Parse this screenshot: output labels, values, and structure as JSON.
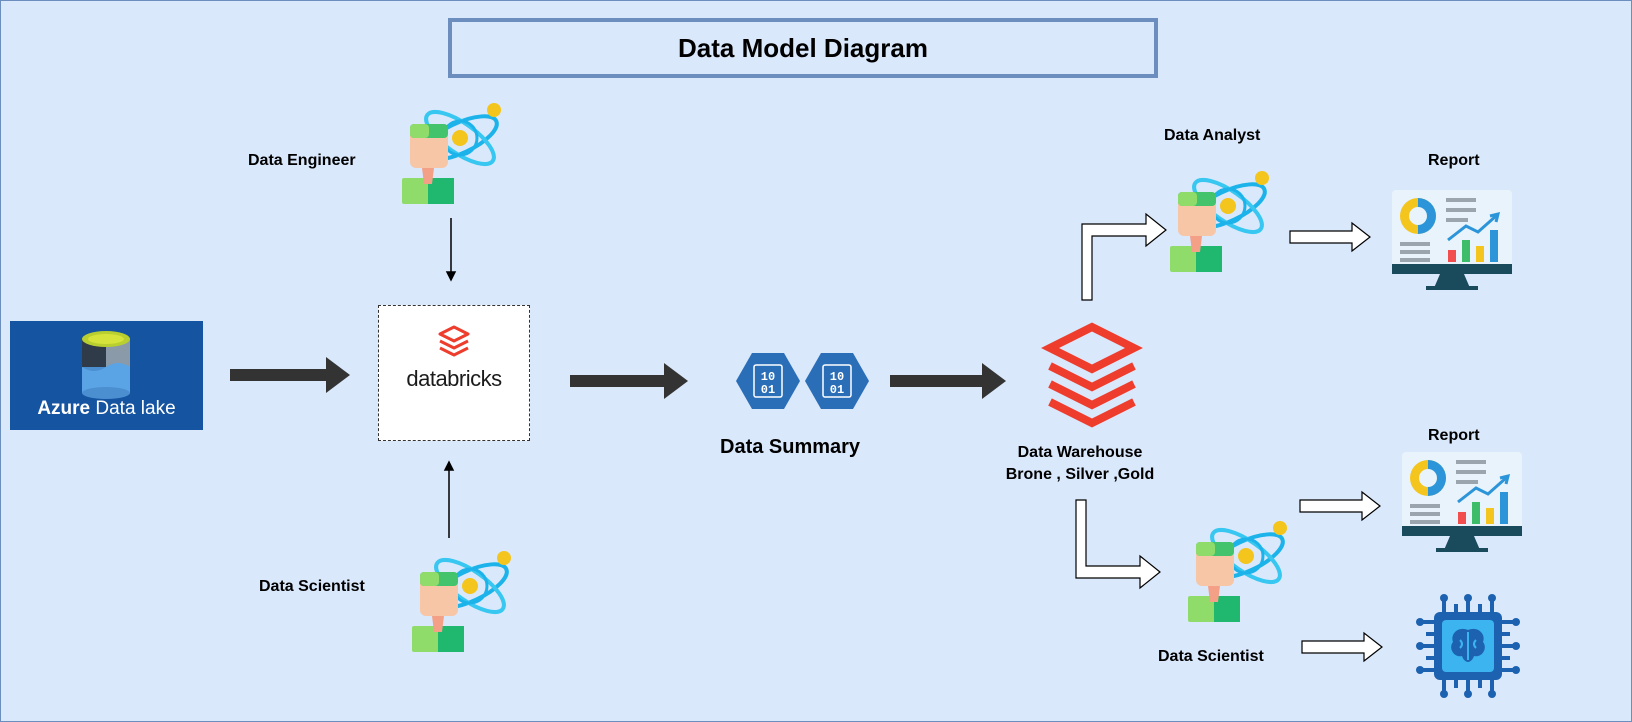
{
  "diagram": {
    "title": "Data Model Diagram",
    "nodes": {
      "azure": {
        "brand": "Azure",
        "name": "Data lake"
      },
      "databricks": {
        "label": "databricks"
      },
      "data_engineer": {
        "label": "Data Engineer"
      },
      "data_scientist_left": {
        "label": "Data Scientist"
      },
      "data_summary": {
        "label": "Data Summary",
        "icon_text_top": "10",
        "icon_text_bottom": "01"
      },
      "data_warehouse": {
        "line1": "Data Warehouse",
        "line2": "Brone , Silver ,Gold"
      },
      "data_analyst": {
        "label": "Data Analyst"
      },
      "data_scientist_right": {
        "label": "Data Scientist"
      },
      "report_top": {
        "label": "Report"
      },
      "report_bottom": {
        "label": "Report"
      }
    },
    "edges": [
      {
        "from": "azure",
        "to": "databricks"
      },
      {
        "from": "data_engineer",
        "to": "databricks"
      },
      {
        "from": "data_scientist_left",
        "to": "databricks"
      },
      {
        "from": "databricks",
        "to": "data_summary"
      },
      {
        "from": "data_summary",
        "to": "data_warehouse"
      },
      {
        "from": "data_warehouse",
        "to": "data_analyst"
      },
      {
        "from": "data_warehouse",
        "to": "data_scientist_right"
      },
      {
        "from": "data_analyst",
        "to": "report_top"
      },
      {
        "from": "data_scientist_right",
        "to": "report_bottom"
      },
      {
        "from": "data_scientist_right",
        "to": "ai_chip"
      }
    ],
    "icons": {
      "person": "data-scientist-person-icon",
      "report": "report-dashboard-monitor-icon",
      "chip": "ai-brain-chip-icon",
      "warehouse": "databricks-layers-icon",
      "binary": "binary-hexagon-icon",
      "lake": "data-lake-cylinder-icon"
    },
    "colors": {
      "background": "#dae8fc",
      "border": "#6c8ebf",
      "azure": "#1554a0",
      "databricks_red": "#ee3d2c",
      "hex_blue": "#2a6eb8",
      "arrow_dark": "#333333"
    }
  }
}
